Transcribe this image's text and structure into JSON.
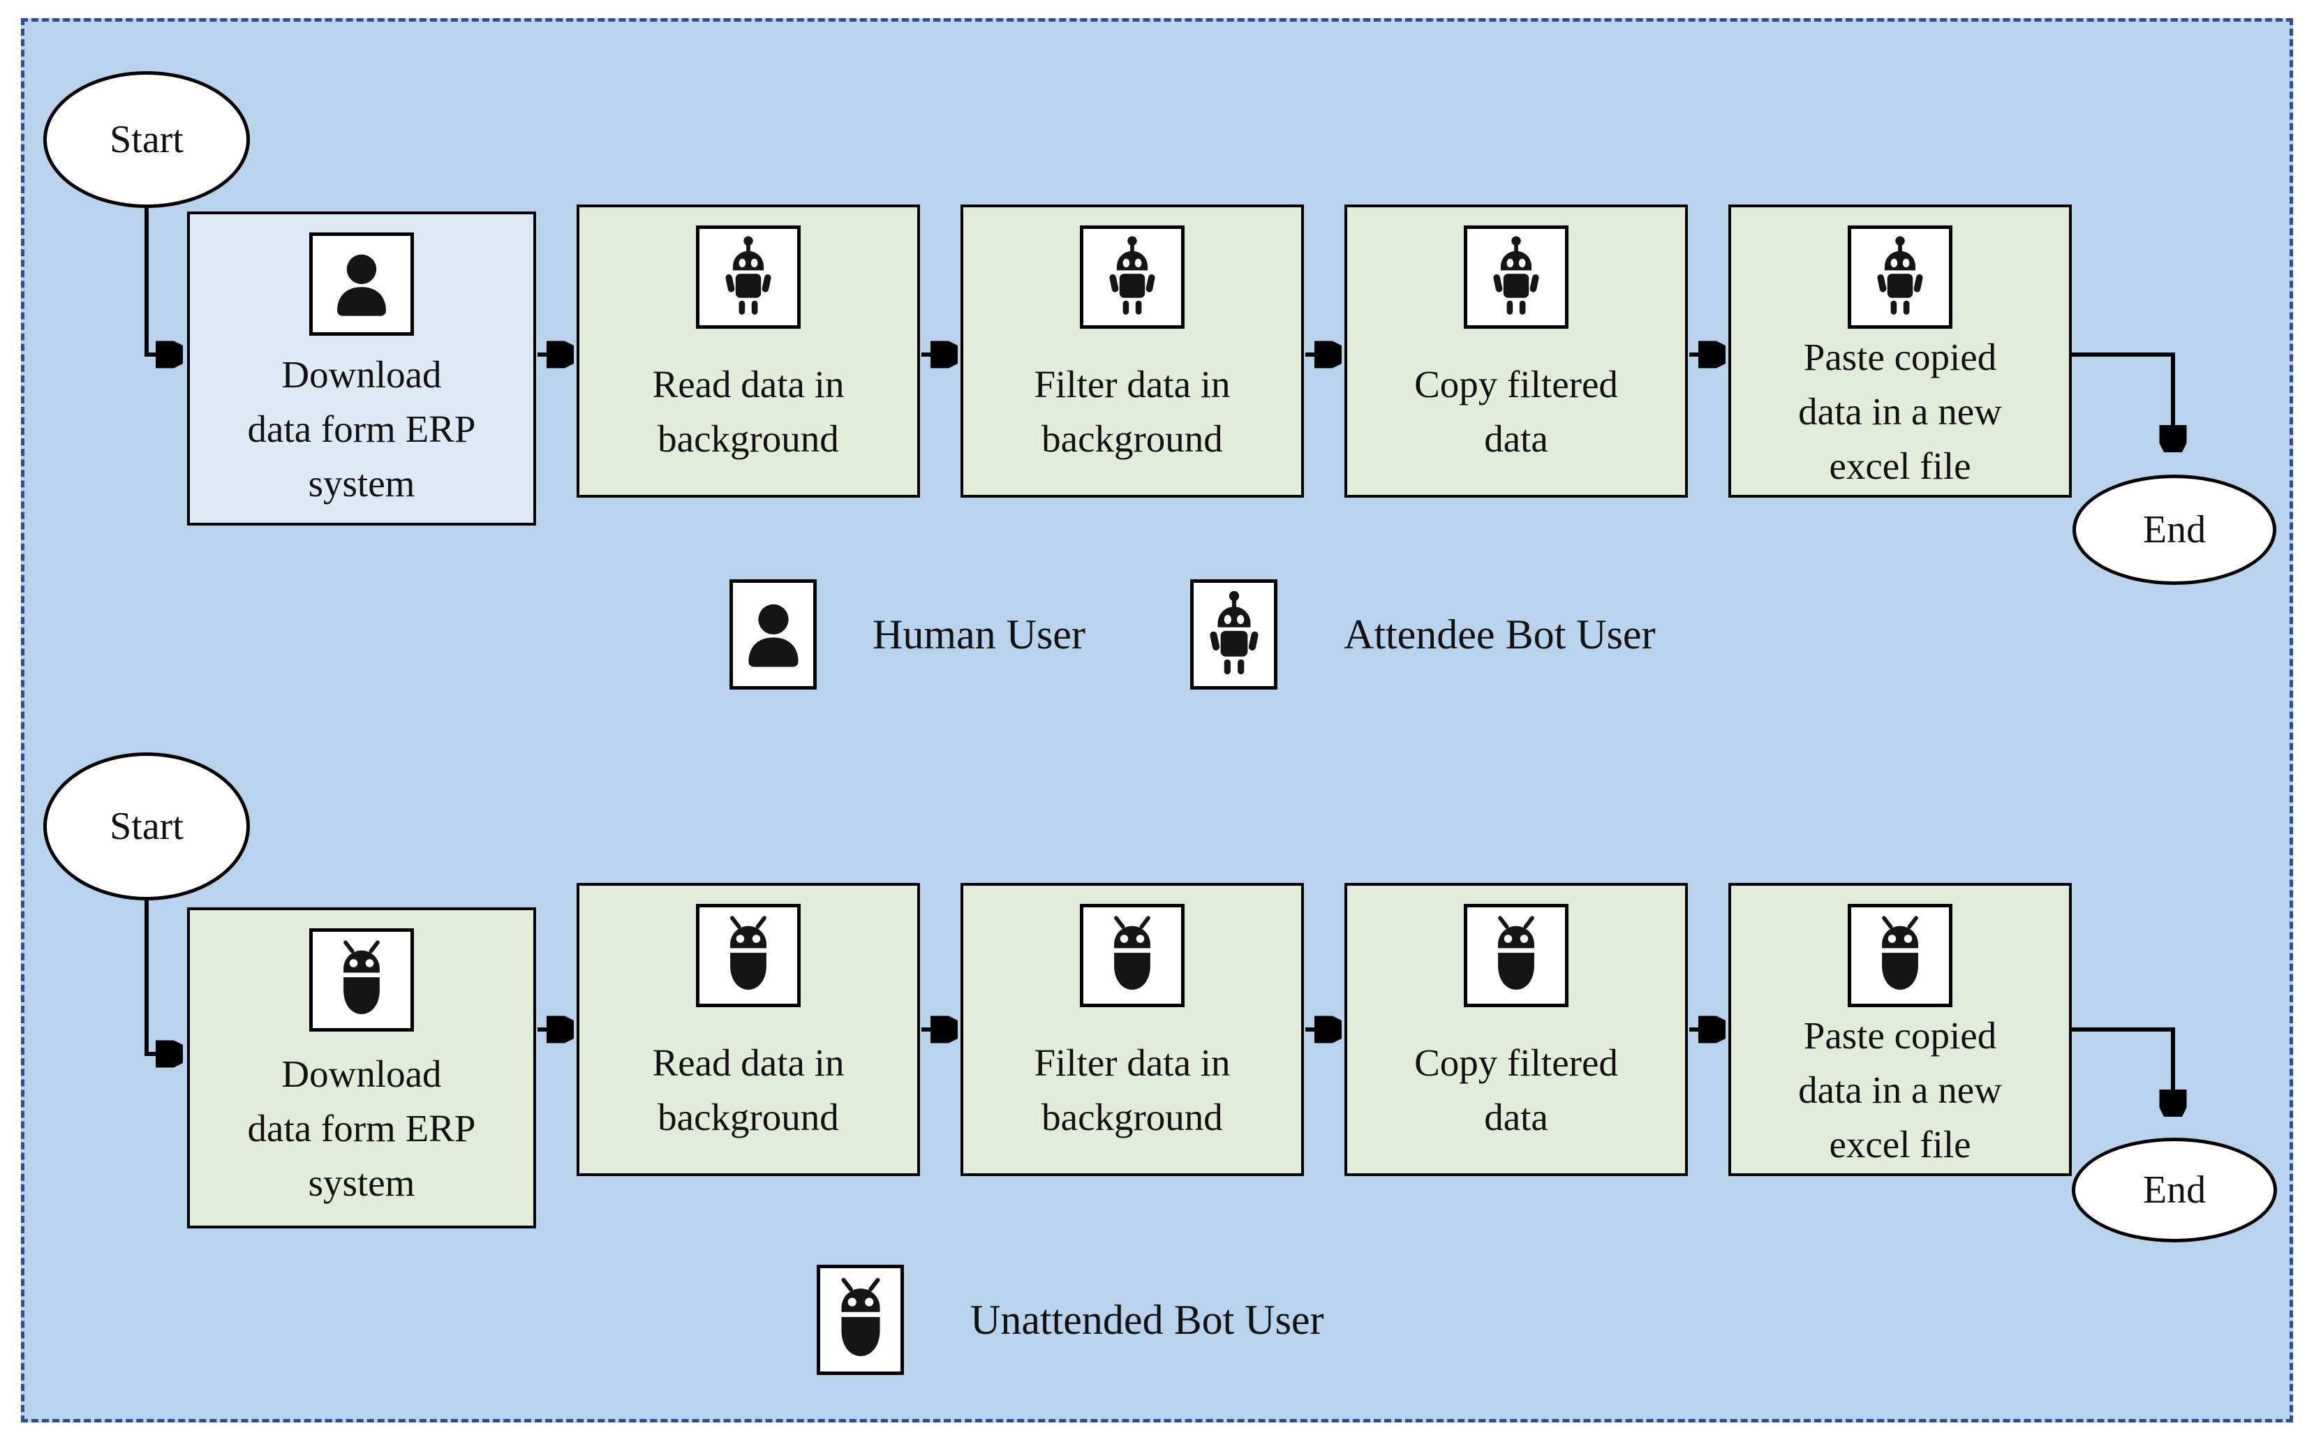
{
  "colors": {
    "diagram_bg": "#b8d3eb",
    "frame_border": "#2f4e8f",
    "human_step_bg": "#dee9f6",
    "bot_step_bg": "#e2edd9",
    "shape_border": "#000000",
    "node_bg": "#ffffff",
    "text": "#111111"
  },
  "terminals": {
    "start": "Start",
    "end": "End"
  },
  "flows": [
    {
      "name": "attended-flow",
      "steps": [
        {
          "icon": "human-user",
          "lines": [
            "Download",
            "data form ERP",
            "system"
          ]
        },
        {
          "icon": "attendee-bot",
          "lines": [
            "Read data in",
            "background"
          ]
        },
        {
          "icon": "attendee-bot",
          "lines": [
            "Filter data in",
            "background"
          ]
        },
        {
          "icon": "attendee-bot",
          "lines": [
            "Copy filtered",
            "data"
          ]
        },
        {
          "icon": "attendee-bot",
          "lines": [
            "Paste copied",
            "data in a new",
            "excel file"
          ]
        }
      ]
    },
    {
      "name": "unattended-flow",
      "steps": [
        {
          "icon": "unattended-bot",
          "lines": [
            "Download",
            "data form ERP",
            "system"
          ]
        },
        {
          "icon": "unattended-bot",
          "lines": [
            "Read data in",
            "background"
          ]
        },
        {
          "icon": "unattended-bot",
          "lines": [
            "Filter data in",
            "background"
          ]
        },
        {
          "icon": "unattended-bot",
          "lines": [
            "Copy filtered",
            "data"
          ]
        },
        {
          "icon": "unattended-bot",
          "lines": [
            "Paste copied",
            "data in a new",
            "excel file"
          ]
        }
      ]
    }
  ],
  "legend": {
    "human_label": "Human User",
    "attendee_label": "Attendee Bot User",
    "unattended_label": "Unattended Bot User"
  }
}
